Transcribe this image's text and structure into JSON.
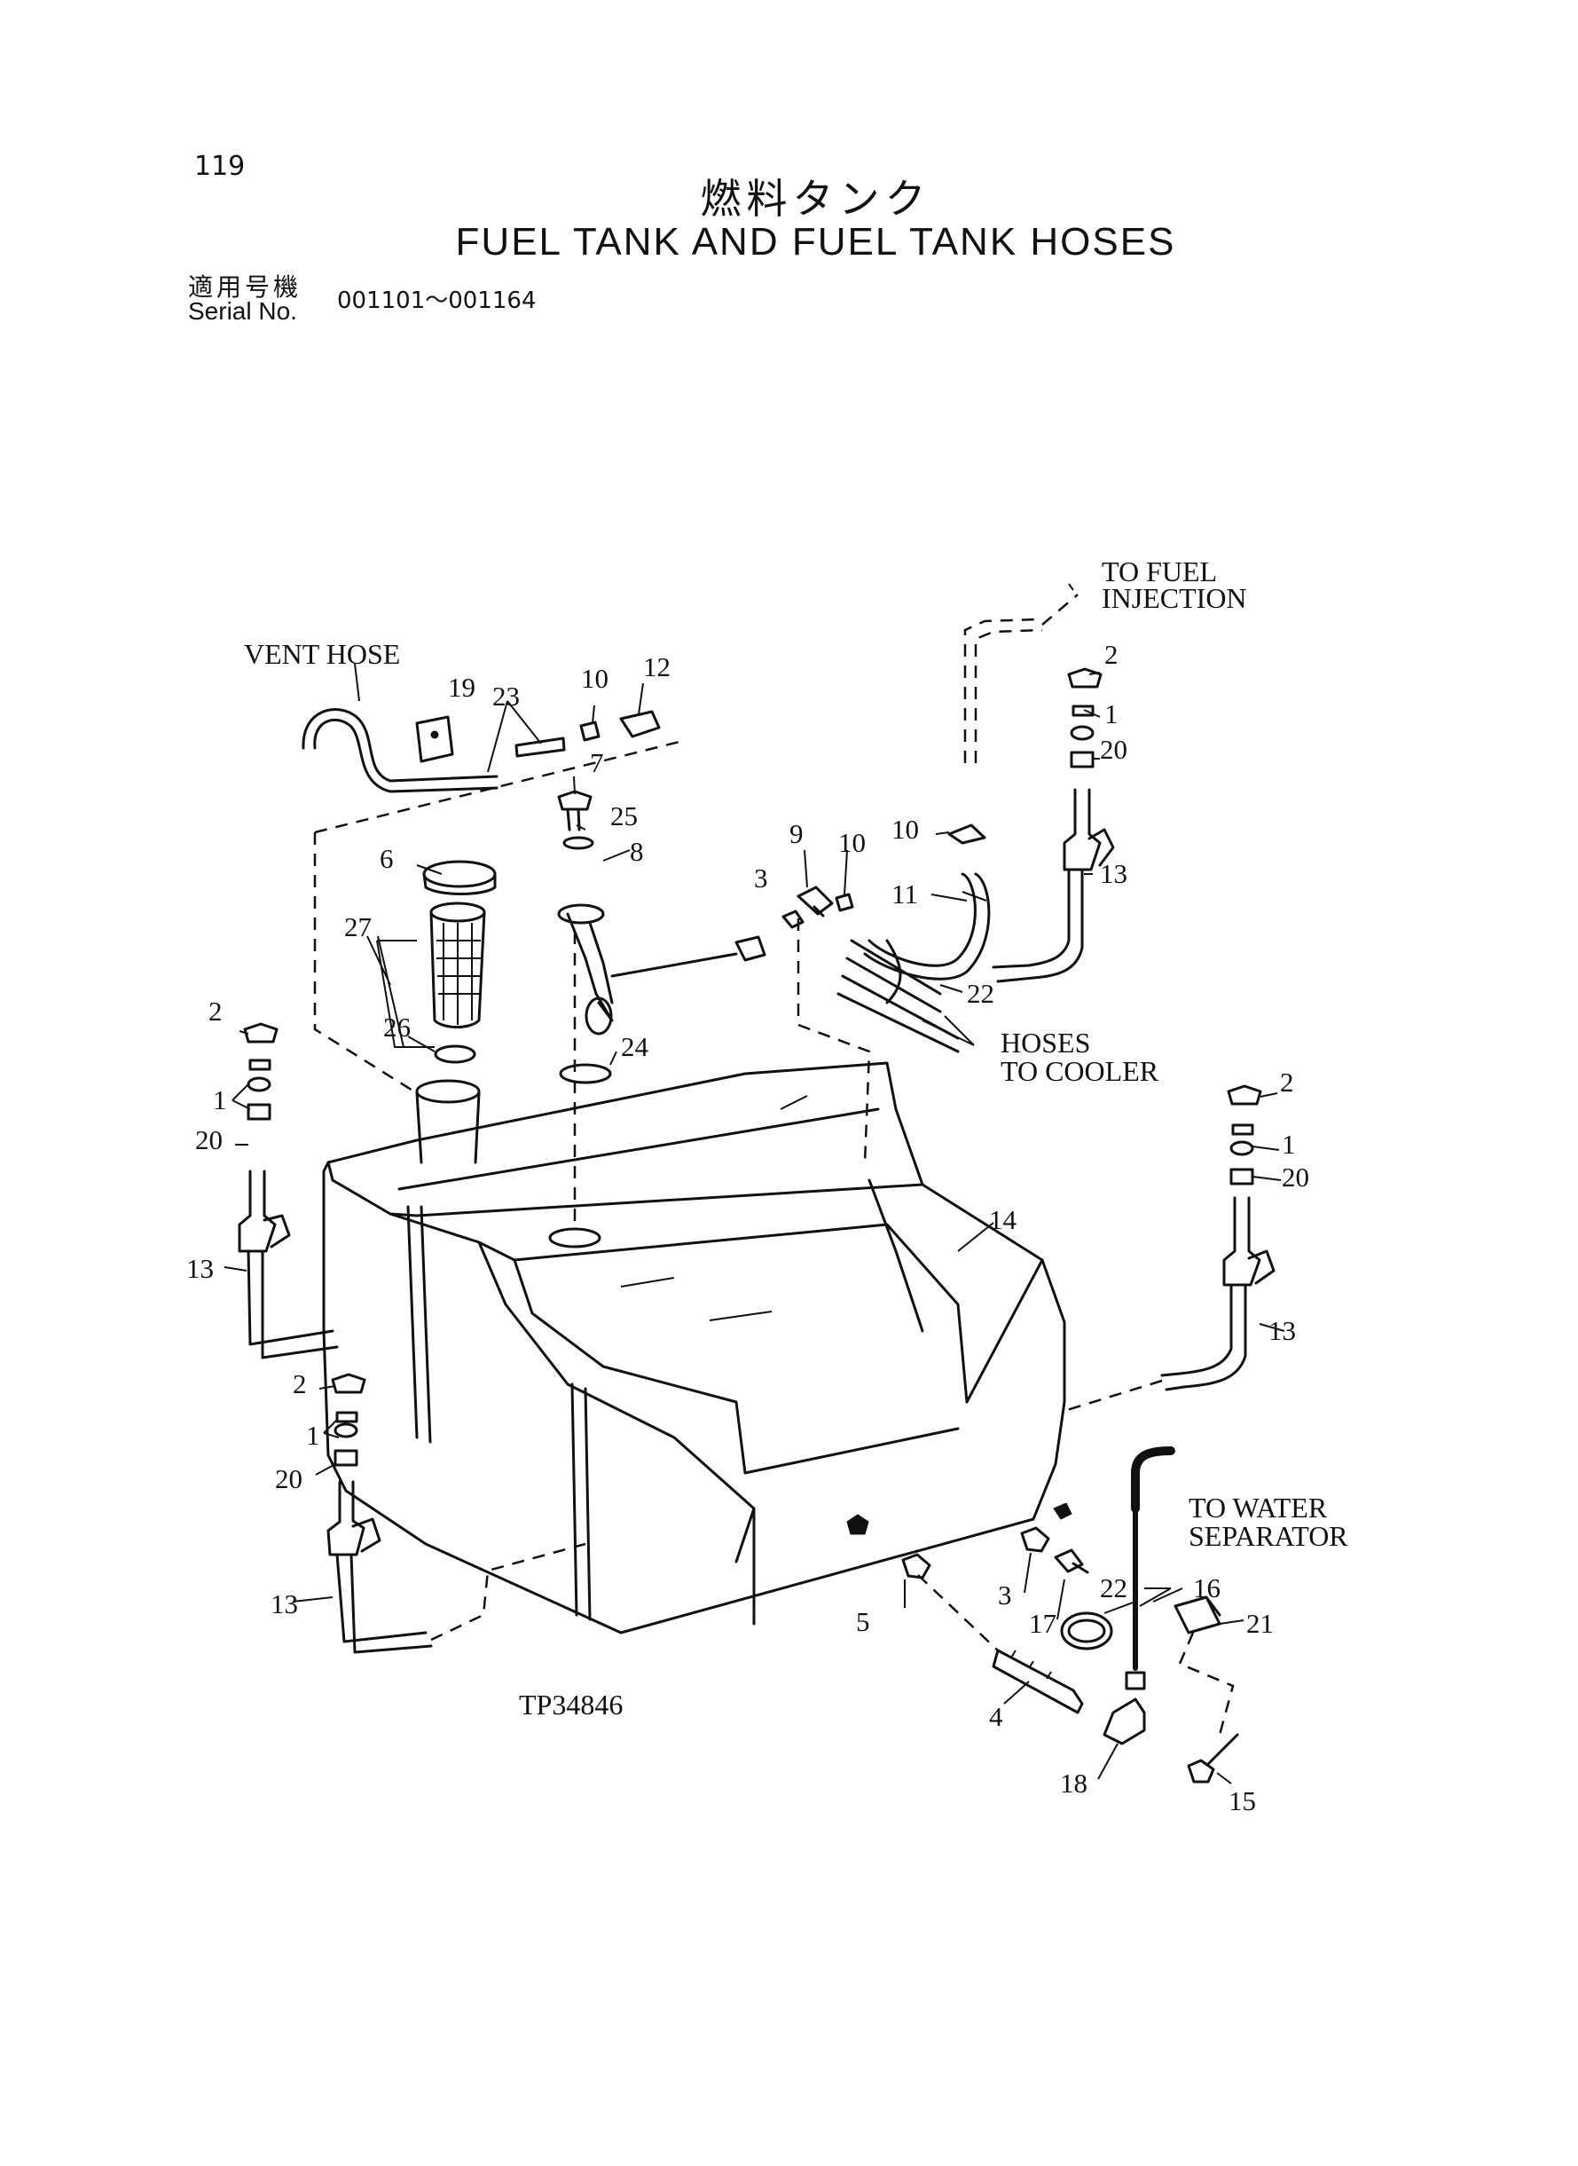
{
  "header": {
    "page_number": "119",
    "title_jp": "燃料タンク",
    "title_en": "FUEL TANK AND FUEL TANK HOSES",
    "serial_label_jp": "適用号機",
    "serial_label_en": "Serial No.",
    "serial_range": "001101～001164"
  },
  "annotations": {
    "vent_hose": "VENT HOSE",
    "to_fuel_1": "TO FUEL",
    "to_fuel_2": "INJECTION",
    "hoses_cooler_1": "HOSES",
    "hoses_cooler_2": "TO COOLER",
    "to_water_1": "TO  WATER",
    "to_water_2": "SEPARATOR",
    "figure_id": "TP34846"
  },
  "callouts": {
    "c19": "19",
    "c23": "23",
    "c10a": "10",
    "c12": "12",
    "c7": "7",
    "c25": "25",
    "c8": "8",
    "c6": "6",
    "c27": "27",
    "c26": "26",
    "c24": "24",
    "c9": "9",
    "c10b": "10",
    "c3a": "3",
    "c10c": "10",
    "c11": "11",
    "c22a": "22",
    "c2a": "2",
    "c1a": "1",
    "c20a": "20",
    "c13a": "13",
    "c2b": "2",
    "c1b": "1",
    "c20b": "20",
    "c13b": "13",
    "c14": "14",
    "c2c": "2",
    "c1c": "1",
    "c20c": "20",
    "c13c": "13",
    "c2d": "2",
    "c1d": "1",
    "c20d": "20",
    "c13d": "13",
    "c3b": "3",
    "c5": "5",
    "c17": "17",
    "c22b": "22",
    "c16": "16",
    "c21": "21",
    "c4": "4",
    "c18": "18",
    "c15": "15"
  }
}
